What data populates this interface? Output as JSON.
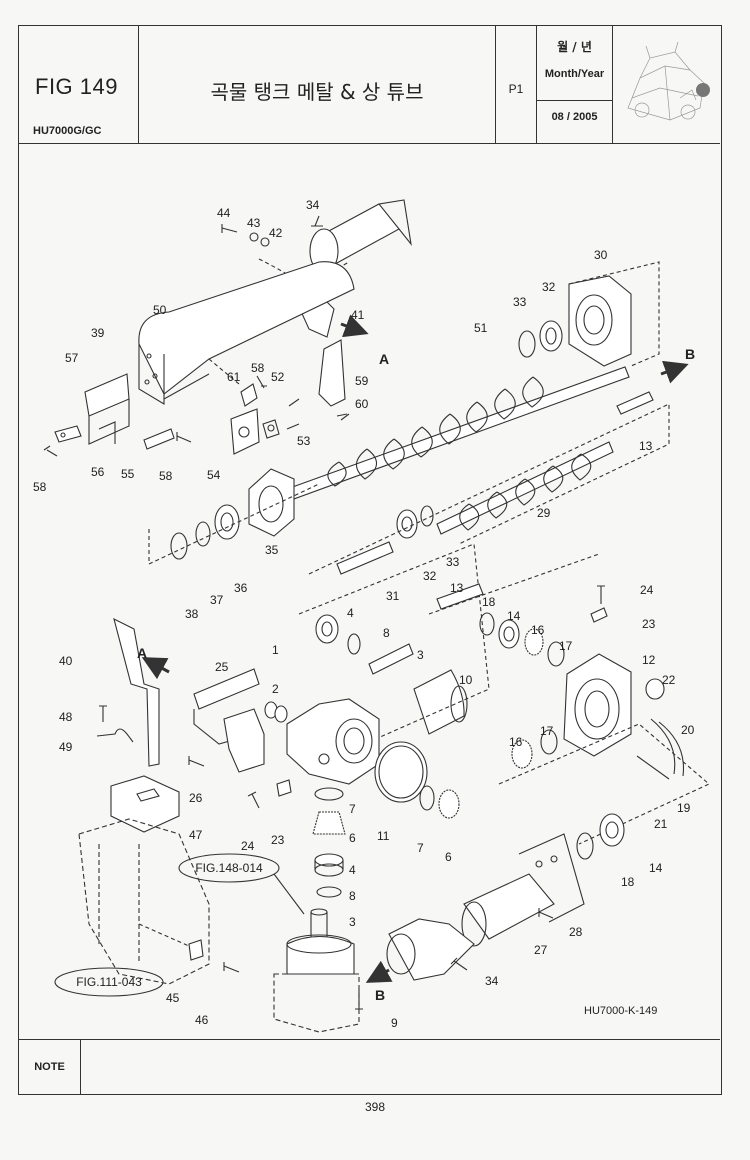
{
  "header": {
    "fig_number": "FIG 149",
    "model": "HU7000G/GC",
    "title": "곡물 탱크 메탈 & 상 튜브",
    "page": "P1",
    "month_year_kr": "월 / 년",
    "month_year_en": "Month/Year",
    "date": "08 / 2005"
  },
  "drawing": {
    "drawing_code": "HU7000-K-149",
    "refs": {
      "fig148": "FIG.148-014",
      "fig111": "FIG.111-043"
    },
    "arrows": {
      "a": "A",
      "b": "B"
    },
    "labels": {
      "l44": "44",
      "l43": "43",
      "l42": "42",
      "l34a": "34",
      "l30": "30",
      "l50": "50",
      "l41": "41",
      "l39": "39",
      "l57": "57",
      "l33a": "33",
      "l32a": "32",
      "l51": "51",
      "l61": "61",
      "l58a": "58",
      "l52": "52",
      "l59": "59",
      "l60": "60",
      "l53": "53",
      "l54": "54",
      "l56": "56",
      "l55": "55",
      "l58b": "58",
      "l58c": "58",
      "l13a": "13",
      "l29": "29",
      "l35": "35",
      "l36": "36",
      "l37": "37",
      "l38": "38",
      "l33b": "33",
      "l32b": "32",
      "l31": "31",
      "l4a": "4",
      "l8a": "8",
      "l3a": "3",
      "l13b": "13",
      "l18a": "18",
      "l14a": "14",
      "l16a": "16",
      "l17a": "17",
      "l24a": "24",
      "l23a": "23",
      "l40": "40",
      "l25": "25",
      "l1": "1",
      "l2": "2",
      "l10": "10",
      "l12": "12",
      "l22": "22",
      "l48": "48",
      "l49": "49",
      "l26": "26",
      "l16b": "16",
      "l17b": "17",
      "l20": "20",
      "l19": "19",
      "l21": "21",
      "l7a": "7",
      "l6a": "6",
      "l11": "11",
      "l7b": "7",
      "l6b": "6",
      "l4b": "4",
      "l8b": "8",
      "l3b": "3",
      "l24b": "24",
      "l23b": "23",
      "l47": "47",
      "l14b": "14",
      "l18b": "18",
      "l28": "28",
      "l27": "27",
      "l34b": "34",
      "l45": "45",
      "l46": "46",
      "l9": "9"
    }
  },
  "note": {
    "label": "NOTE",
    "text": ""
  },
  "page_number": "398"
}
